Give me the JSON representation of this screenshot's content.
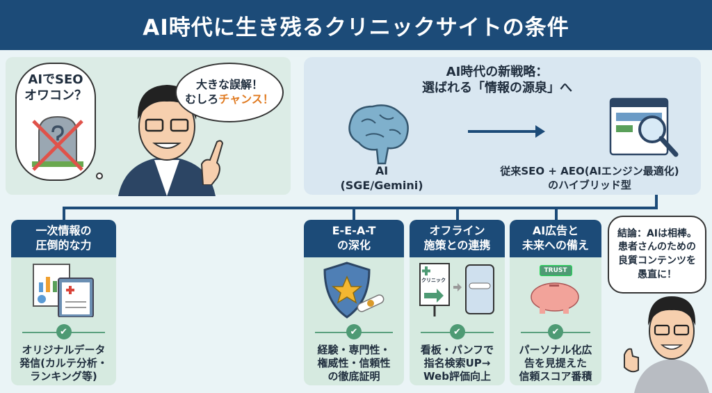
{
  "title": "AI時代に生き残るクリニックサイトの条件",
  "left_panel": {
    "thought_line1": "AIでSEO",
    "thought_line2": "オワコン？",
    "speech_line1": "大きな誤解！",
    "speech_line2_a": "むしろ",
    "speech_line2_b": "チャンス！"
  },
  "right_panel": {
    "heading_line1": "AI時代の新戦略：",
    "heading_line2": "選ばれる「情報の源泉」へ",
    "left_label_line1": "AI",
    "left_label_line2": "(SGE/Gemini)",
    "right_label_line1": "従来SEO + AEO(AIエンジン最適化)",
    "right_label_line2": "のハイブリッド型"
  },
  "cards": [
    {
      "head1": "一次情報の",
      "head2": "圧倒的な力",
      "body1": "オリジナルデータ",
      "body2": "発信(カルテ分析・",
      "body3": "ランキング等)"
    },
    {
      "head1": "E-E-A-T",
      "head2": "の深化",
      "body1": "経験・専門性・",
      "body2": "権威性・信頼性",
      "body3": "の徹底証明"
    },
    {
      "head1": "オフライン",
      "head2": "施策との連携",
      "body1": "看板・パンフで",
      "body2": "指名検索UP→",
      "body3": "Web評価向上",
      "sign_text": "クリニック"
    },
    {
      "head1": "AI広告と",
      "head2": "未来への備え",
      "body1": "パーソナル化広",
      "body2": "告を見提えた",
      "body3": "信頼スコア番積",
      "badge": "TRUST"
    }
  ],
  "conclusion": {
    "line1": "結論：AIは相棒。",
    "line2": "患者さんのための",
    "line3": "良質コンテンツを",
    "line4": "愚直に！"
  },
  "colors": {
    "navy": "#1c4b78",
    "accent_orange": "#e07b22",
    "check_green": "#4e9a74"
  }
}
